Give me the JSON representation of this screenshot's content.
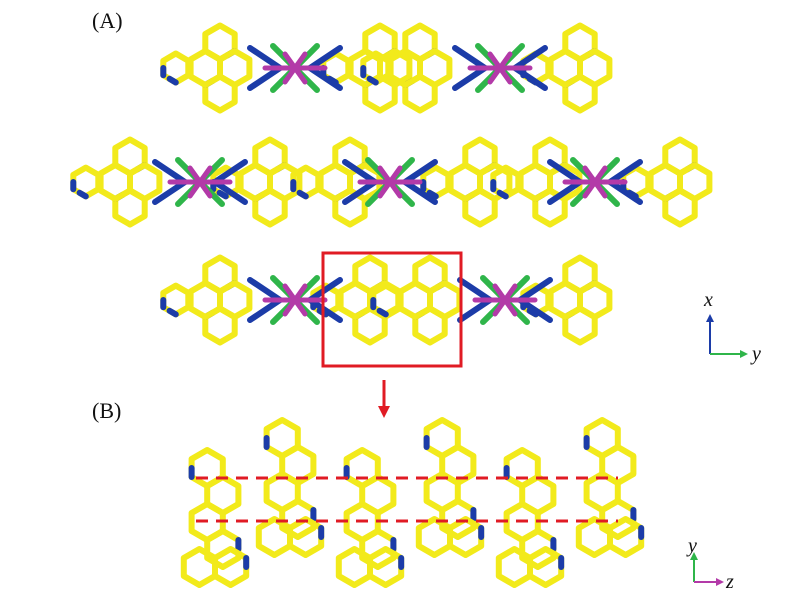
{
  "panels": {
    "a_label": "(A)",
    "b_label": "(B)"
  },
  "axes_a": {
    "vertical": "x",
    "horizontal": "y"
  },
  "axes_b": {
    "vertical": "y",
    "horizontal": "z"
  },
  "colors": {
    "carbon": "#f2ea1b",
    "nitrogen": "#1c3ca8",
    "metal": "#b33aa8",
    "halide": "#2fb54a",
    "highlight": "#e01b24",
    "axis_vertical_a": "#1c3ca8",
    "axis_horizontal_a": "#2fb54a",
    "axis_vertical_b": "#2fb54a",
    "axis_horizontal_b": "#b33aa8"
  }
}
